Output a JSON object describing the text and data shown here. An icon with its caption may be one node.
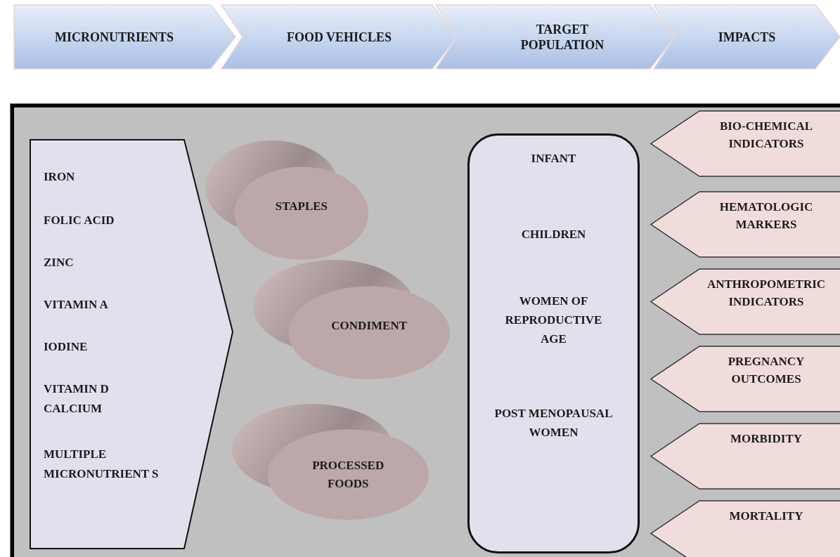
{
  "diagram": {
    "nodes": [
      {
        "text": [
          "MICRONUTRIENTS"
        ]
      },
      {
        "text": [
          "FOOD VEHICLES"
        ]
      },
      {
        "text": [
          "TARGET POPULATION"
        ]
      },
      {
        "text": [
          "IMPACTS"
        ]
      },
      {
        "text": [],
        "shape": "box"
      },
      {
        "text": [
          "IRON",
          "FOLIC ACID",
          "ZINC",
          "VITAMIN A",
          "IODINE",
          "VITAMIN D CALCIUM",
          "MULTIPLE MICRONUTRIENT S"
        ],
        "in": 4
      },
      {
        "text": [
          "STAPLES"
        ],
        "in": 4
      },
      {
        "text": [
          "CONDIMENT"
        ],
        "in": 4
      },
      {
        "text": [
          "PROCESSED FOODS"
        ],
        "in": 4
      },
      {
        "text": [
          "INFANT",
          "CHILDREN",
          "WOMEN OF REPRODUCTIVE AGE",
          "POST MENOPAUSAL WOMEN"
        ],
        "in": 4
      },
      {
        "text": [
          "BIO-CHEMICAL INDICATORS"
        ],
        "in": 4
      },
      {
        "text": [
          "HEMATOLOGIC MARKERS"
        ],
        "in": 4
      },
      {
        "text": [
          "ANTHROPOMETRIC INDICATORS"
        ],
        "in": 4
      },
      {
        "text": [
          "PREGNANCY OUTCOMES"
        ],
        "in": 4
      },
      {
        "text": [
          "MORBIDITY"
        ],
        "in": 4
      },
      {
        "text": [
          "MORTALITY"
        ],
        "in": 4
      }
    ]
  }
}
